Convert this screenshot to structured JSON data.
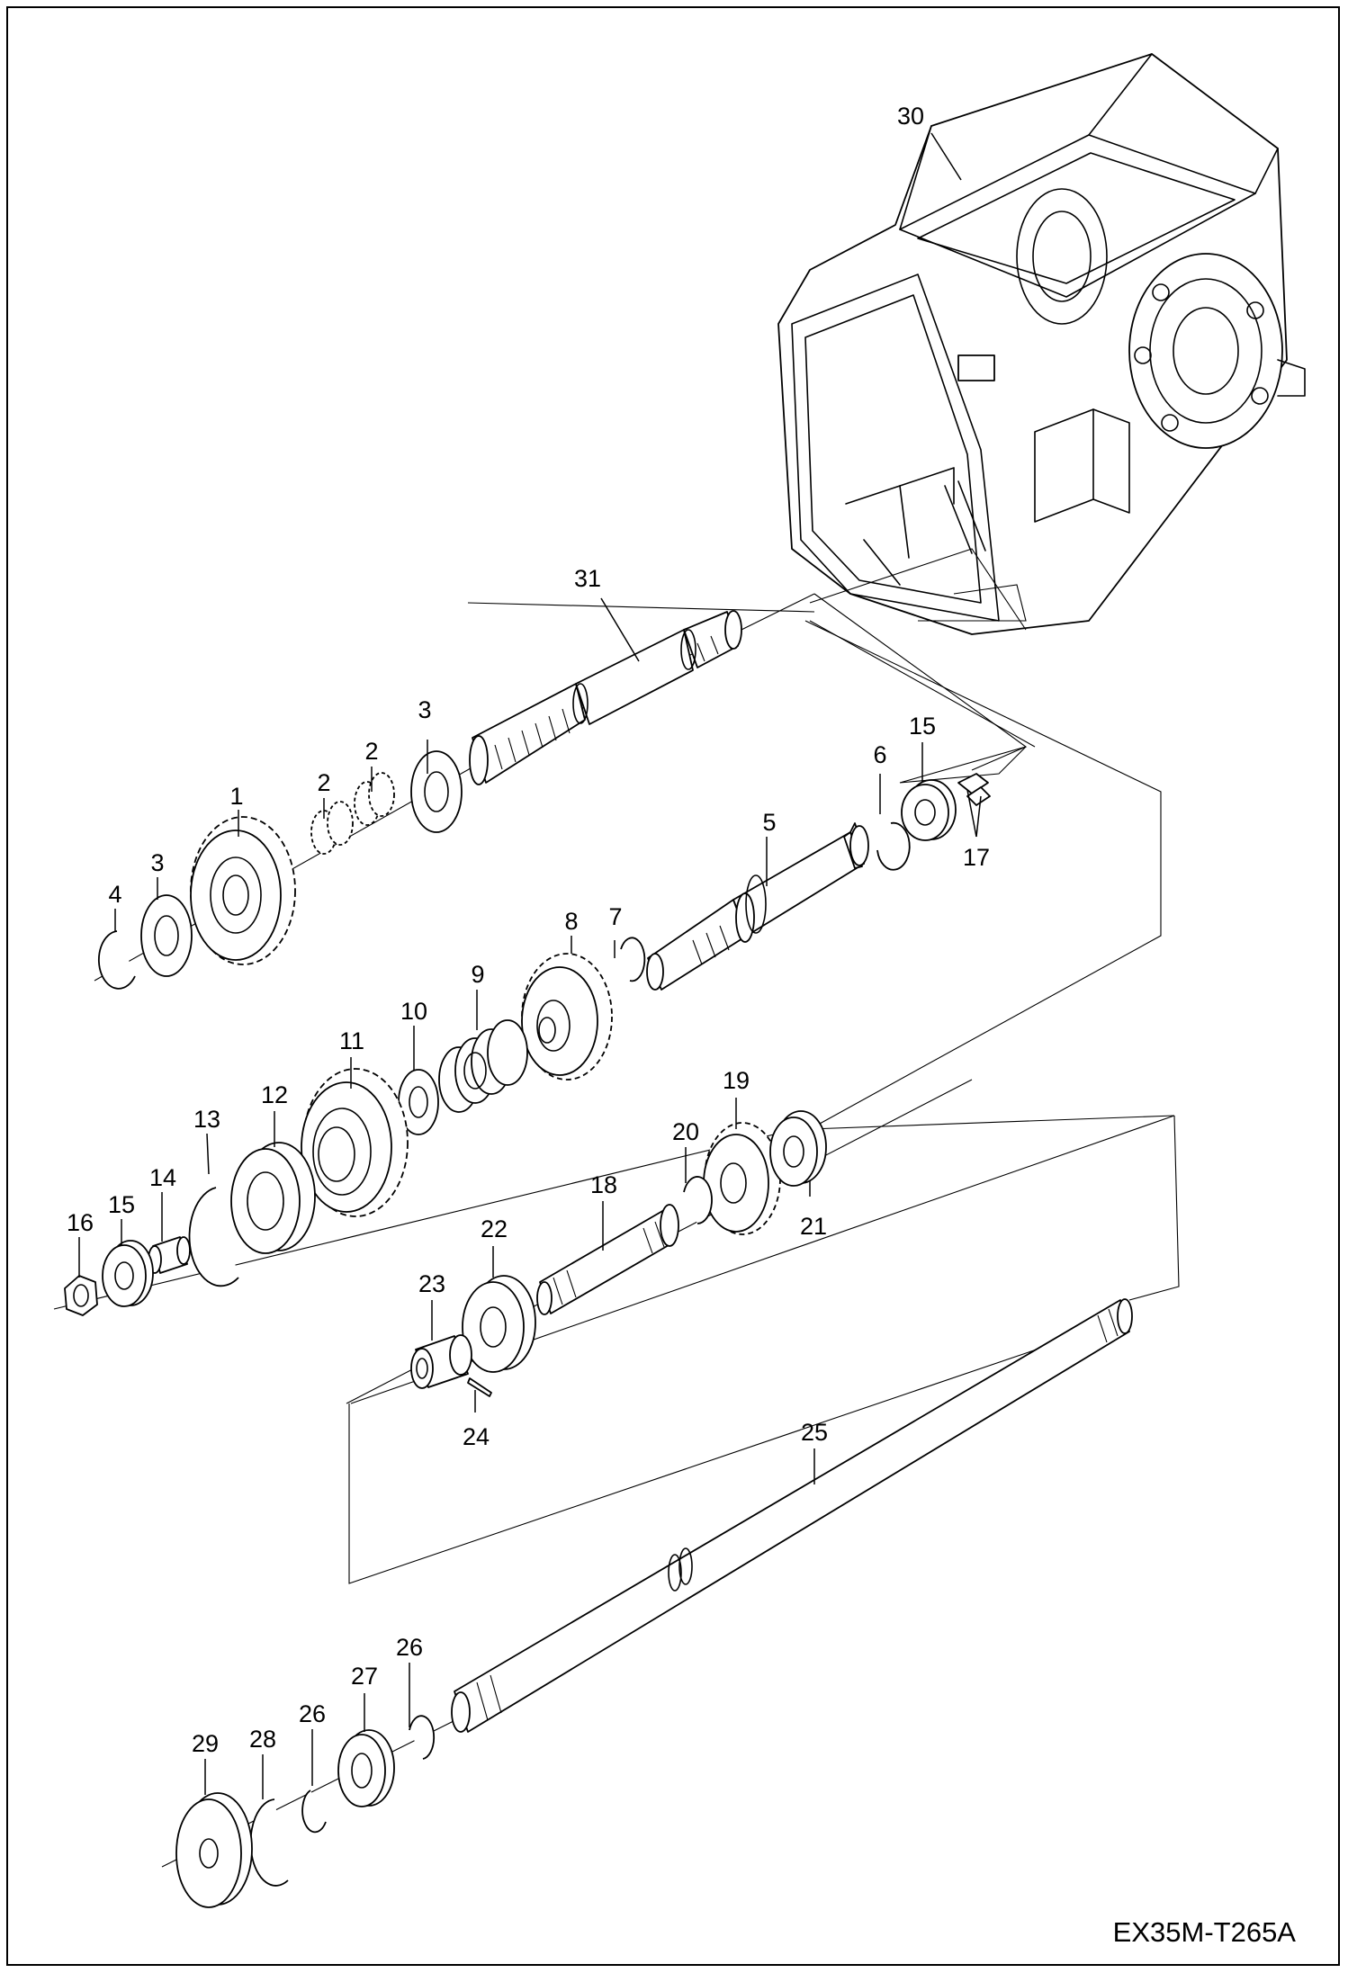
{
  "drawing_code": "EX35M-T265A",
  "callouts": {
    "p1": "1",
    "p2a": "2",
    "p2b": "2",
    "p3a": "3",
    "p3b": "3",
    "p4": "4",
    "p5": "5",
    "p6": "6",
    "p7": "7",
    "p8": "8",
    "p9": "9",
    "p10": "10",
    "p11": "11",
    "p12": "12",
    "p13": "13",
    "p14": "14",
    "p15a": "15",
    "p15b": "15",
    "p16": "16",
    "p17": "17",
    "p18": "18",
    "p19": "19",
    "p20": "20",
    "p21": "21",
    "p22": "22",
    "p23": "23",
    "p24": "24",
    "p25": "25",
    "p26a": "26",
    "p26b": "26",
    "p27": "27",
    "p28": "28",
    "p29": "29",
    "p30": "30",
    "p31": "31"
  }
}
